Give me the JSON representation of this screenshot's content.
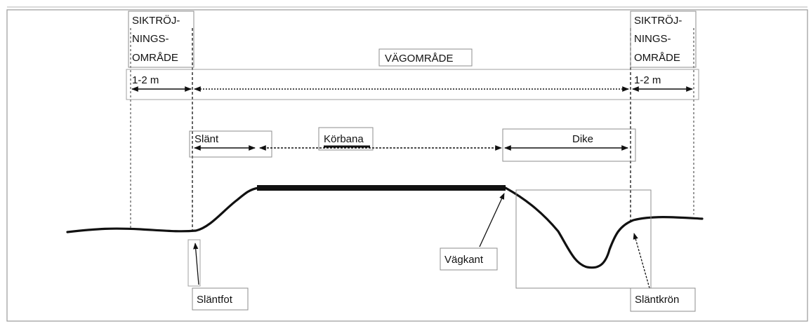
{
  "labels": {
    "left_zone": [
      "SIKTRÖJ-",
      "NINGS-",
      "OMRÅDE"
    ],
    "right_zone": [
      "SIKTRÖJ-",
      "NINGS-",
      "OMRÅDE"
    ],
    "road_area": "VÄGOMRÅDE",
    "left_width": "1-2 m",
    "right_width": "1-2 m",
    "slope": "Slänt",
    "carriageway": "Körbana",
    "ditch": "Dike",
    "slope_toe": "Släntfot",
    "road_edge": "Vägkant",
    "slope_crest": "Släntkrön"
  },
  "colors": {
    "ink": "#111111",
    "frame": "#9a9a9a",
    "box": "#8c8c8c"
  }
}
